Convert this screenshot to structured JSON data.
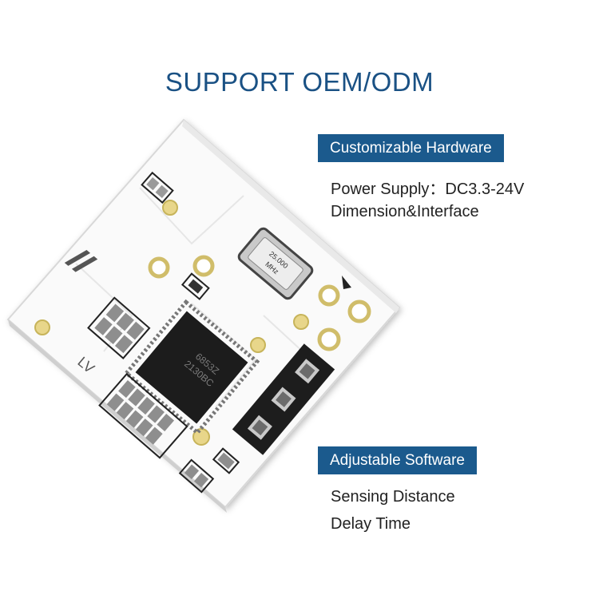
{
  "headline": "SUPPORT OEM/ODM",
  "hardware": {
    "title": "Customizable Hardware",
    "items": [
      "Power Supply：DC3.3-24V",
      "Dimension&Interface"
    ]
  },
  "software": {
    "title": "Adjustable Software",
    "items": [
      "Sensing Distance",
      "Delay Time"
    ]
  },
  "board": {
    "chip_marking_1": "6853Z",
    "chip_marking_2": "2130BC",
    "crystal_marking_1": "25.000",
    "crystal_marking_2": "MHz",
    "silkscreen_label": "LV"
  },
  "colors": {
    "accent": "#1b5a8d",
    "headline": "#1a5184"
  }
}
